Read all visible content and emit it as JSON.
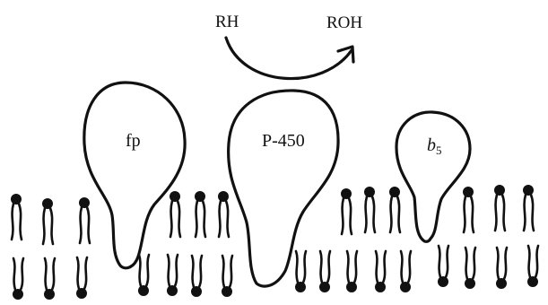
{
  "reaction": {
    "substrate": "RH",
    "product": "ROH"
  },
  "proteins": {
    "fp": "fp",
    "p450": "P-450",
    "b5_base": "b",
    "b5_sub": "5"
  }
}
